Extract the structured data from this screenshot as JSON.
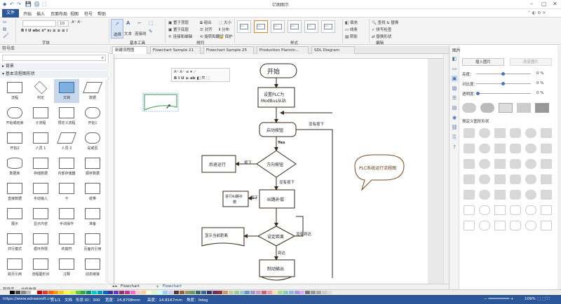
{
  "window": {
    "title": "亿图图示",
    "quick_access": [
      "↶",
      "↷",
      "💾",
      "🖨",
      "⬚"
    ]
  },
  "menu": {
    "file": "文件",
    "items": [
      "开始",
      "插入",
      "页面布局",
      "视图",
      "符号",
      "帮助"
    ]
  },
  "ribbon": {
    "font_name": "",
    "font_size": "10",
    "groups": {
      "font": "字体",
      "basic_tools": "基本工具",
      "arrange": "排列",
      "styles": "样式",
      "edit": "编辑"
    },
    "tools": {
      "select": "选择",
      "text": "文本",
      "connector": "连接线"
    },
    "arrange_items": [
      "置于顶层",
      "置于底层",
      "连接和编辑",
      "组合",
      "对齐",
      "旋转和翻转",
      "大小",
      "分布",
      "保护"
    ],
    "edit_items": [
      "查找 & 替换",
      "拼写检查",
      "替换形状"
    ],
    "fill_items": [
      "填充",
      "线条",
      "阴影"
    ]
  },
  "left_panel": {
    "title": "符号库",
    "category_background": "背景",
    "category_basic": "基本流程图形状",
    "shapes": [
      "流程",
      "判定",
      "文档",
      "数据",
      "开始或结束",
      "子流程",
      "预定义流程",
      "开始1",
      "开始2",
      "人员 1",
      "人员 2",
      "是或否",
      "数据库",
      "存储数据",
      "内部存储器",
      "顺序数据",
      "直接数据",
      "手动输入",
      "卡",
      "纸带",
      "展示",
      "显示内容",
      "手动操作",
      "准备",
      "并行模式",
      "循环界限",
      "终端符",
      "页面内引用",
      "跨页引用",
      "流程图形状",
      "注释",
      "动态链接"
    ],
    "footer_tabs": [
      "符号库",
      "文件恢复"
    ]
  },
  "tabs": [
    "新建流程图",
    "Flowchart Sample 21",
    "Flowchart Sample 25",
    "Production Plannin...",
    "SDL Diagram"
  ],
  "canvas": {
    "flow": {
      "start": "开始",
      "step1_line1": "设置PLC为",
      "step1_line2": "ModBus从站",
      "decision1": "启动按钮",
      "no_press_1": "没有按下",
      "yes": "Yes",
      "decision2": "方向按钮",
      "back_run": "后退运行",
      "pressed_1": "按下",
      "no_press_2": "没有按下",
      "track_comp": "纠路补偿",
      "track_action_line1": "进行纠路补",
      "track_action_line2": "偿",
      "pressed_2": "按下",
      "decision3": "设定距离",
      "no_reach": "没有到达",
      "show_line1": "显示当前距离",
      "reach": "到达",
      "brake_out": "制动输出"
    },
    "callout": "PLC系统运行流程图"
  },
  "sheet": {
    "name": "Flowchart",
    "active": "Flowchart"
  },
  "right_panel": {
    "title": "图片",
    "insert_btn": "插入图片",
    "change_btn": "改变图片",
    "brightness": "亮度：",
    "contrast": "对比度：",
    "transparency": "透明度：",
    "brightness_val": "0 %",
    "contrast_val": "0 %",
    "transparency_val": "0 %",
    "shape_section": "预定义图形形状"
  },
  "status": {
    "url": "https://www.edrawsoft.cn/",
    "page": "页1/1",
    "doc": "文档",
    "shape_id": "形状 ID：300",
    "width": "宽度：24.8708mm",
    "height": "高度：14.8167mm",
    "angle": "角度：0deg",
    "zoom": "109%"
  },
  "colors": {
    "accent": "#2b579a",
    "flow_stroke": "#3a2a1a",
    "callout_stroke": "#7a4a20",
    "selected_shape": "#3a9a4a"
  }
}
